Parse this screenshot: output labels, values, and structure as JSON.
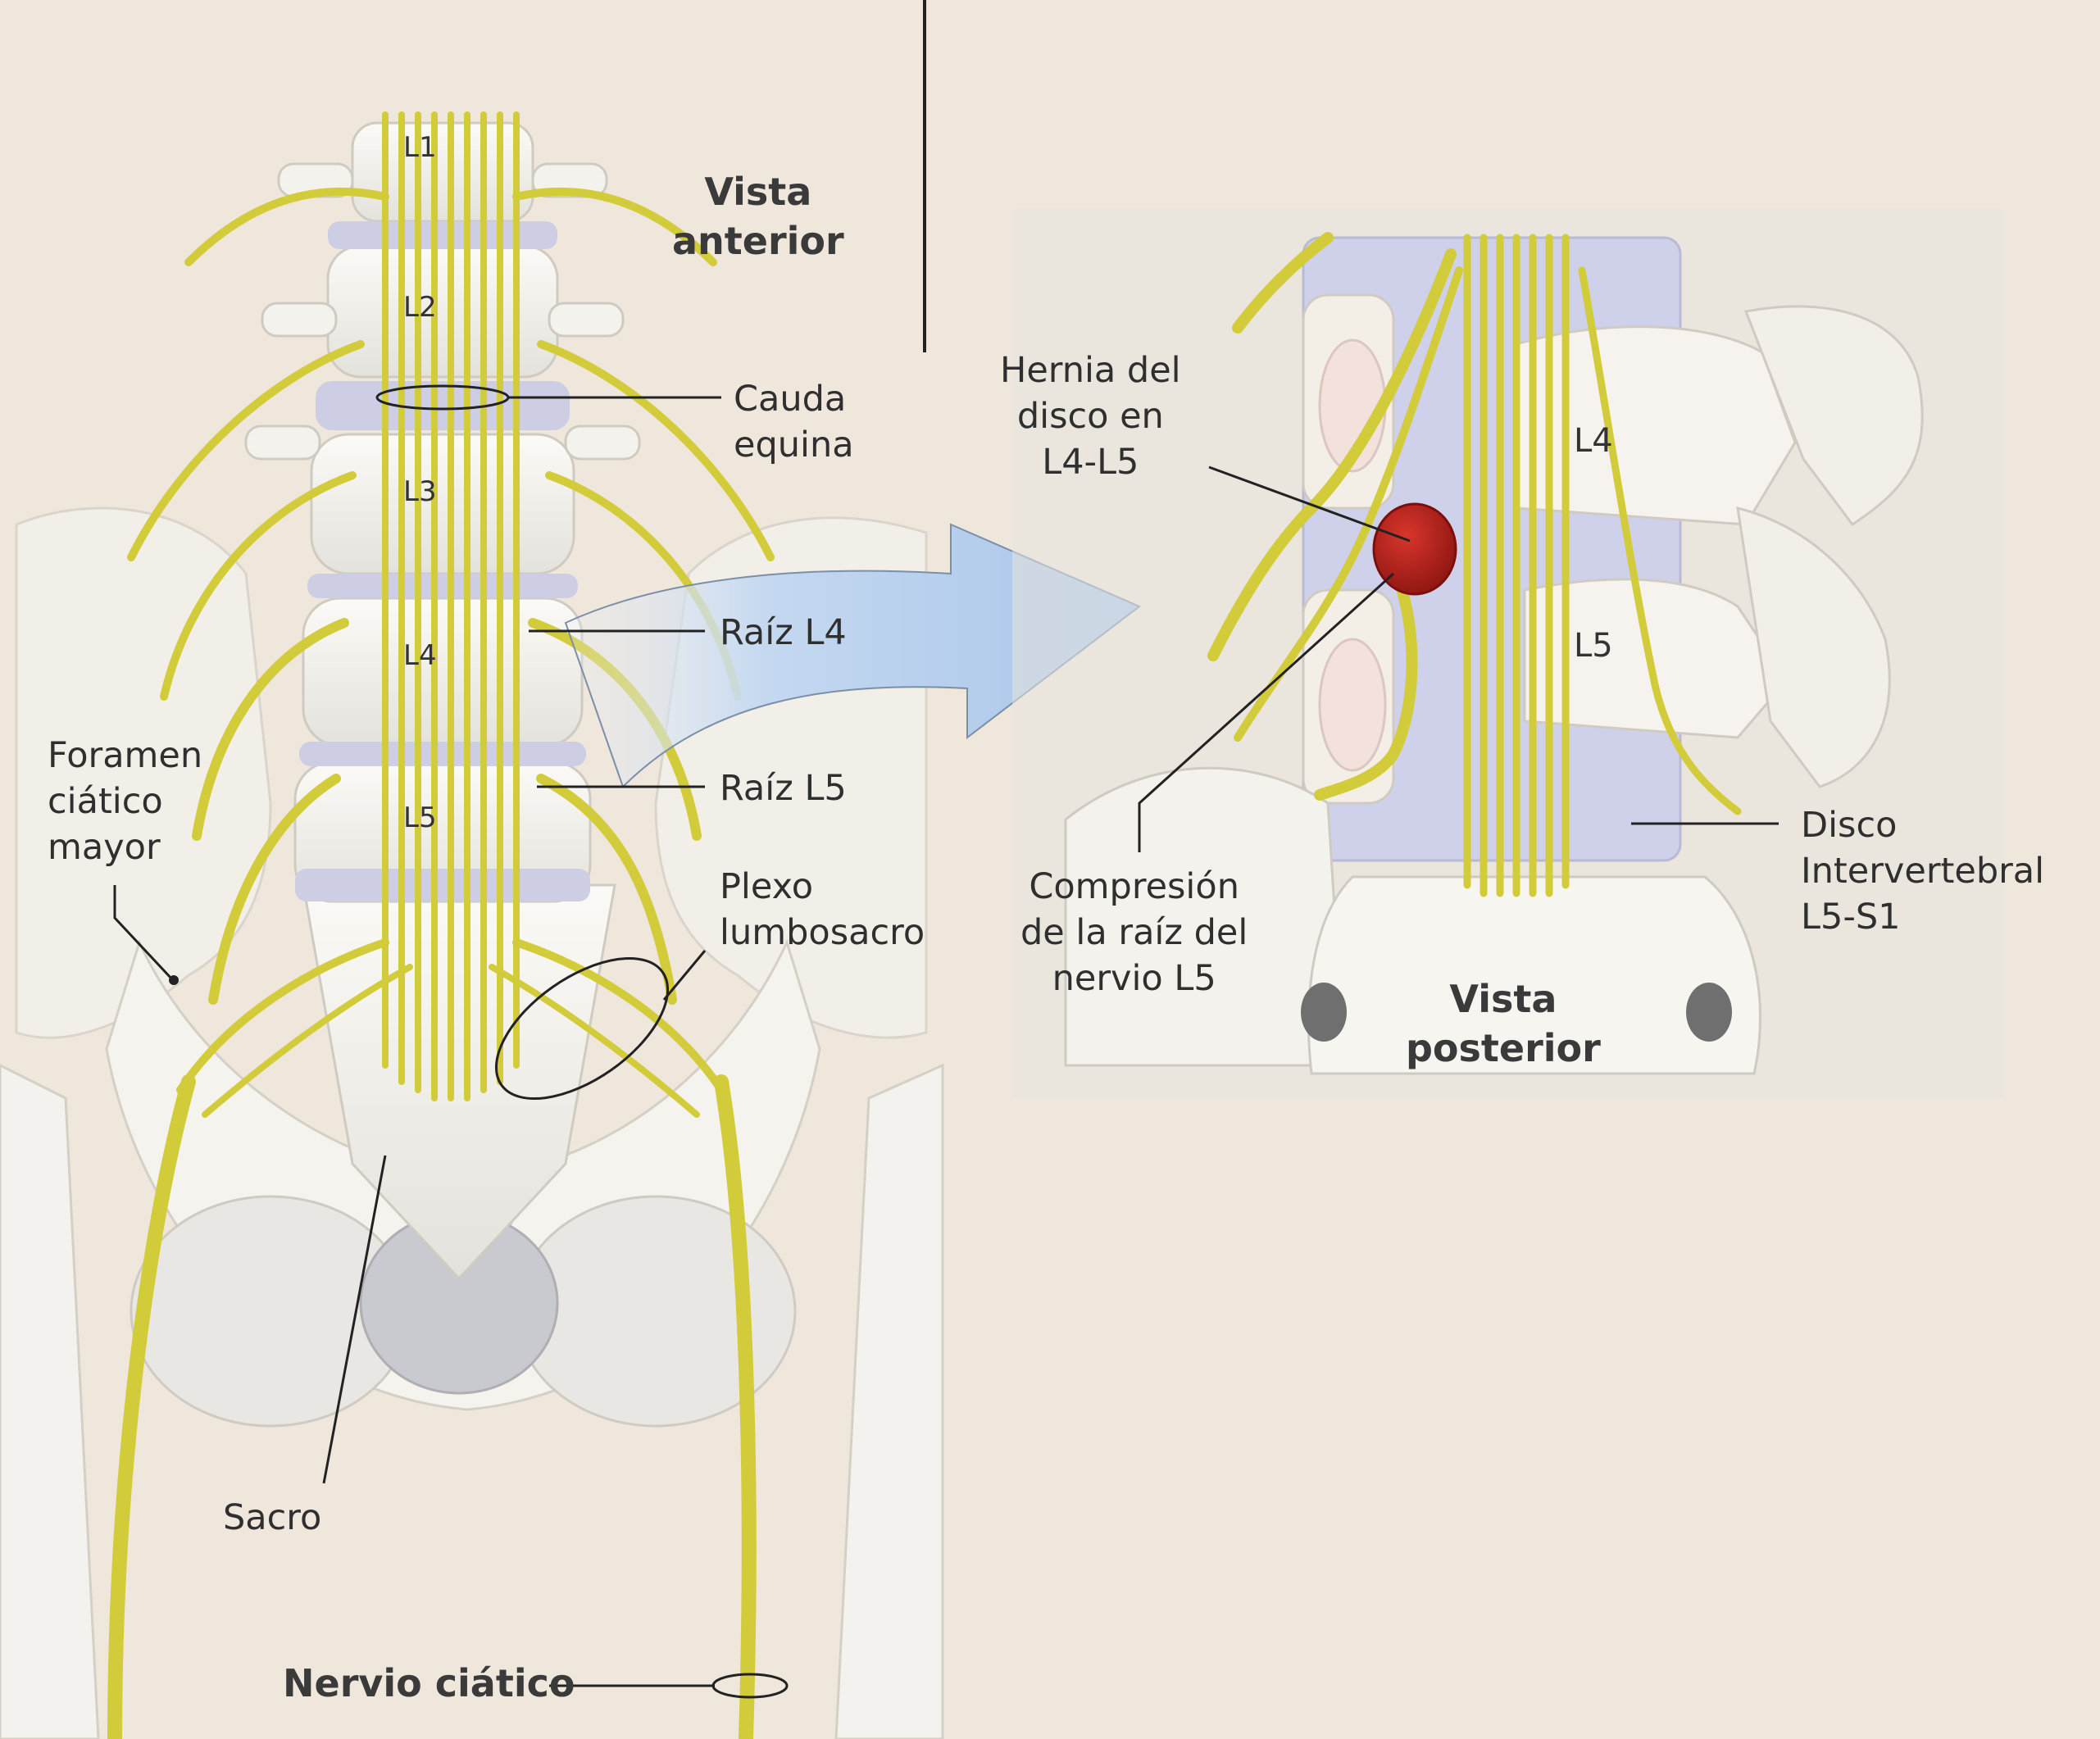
{
  "views": {
    "anterior": "Vista\nanterior",
    "posterior": "Vista\nposterior"
  },
  "vertebrae_anterior": [
    "L1",
    "L2",
    "L3",
    "L4",
    "L5"
  ],
  "vertebrae_posterior": [
    "L4",
    "L5"
  ],
  "labels": {
    "cauda_equina": "Cauda\nequina",
    "raiz_l4": "Raíz L4",
    "raiz_l5": "Raíz L5",
    "foramen": "Foramen\nciático\nmayor",
    "plexo": "Plexo\nlumbosacro",
    "sacro": "Sacro",
    "nervio_ciatico": "Nervio ciático",
    "hernia": "Hernia del\ndisco en\nL4-L5",
    "compresion": "Compresión\nde la raíz del\nnervio L5",
    "disco": "Disco\nIntervertebral\nL5-S1"
  },
  "colors": {
    "background": "#efe6dc",
    "bone": "#f4f1ea",
    "nerve": "#d9d34a",
    "disc": "#c8c8e6",
    "hernia": "#b3201c",
    "arrow": "#b7d0ee"
  }
}
